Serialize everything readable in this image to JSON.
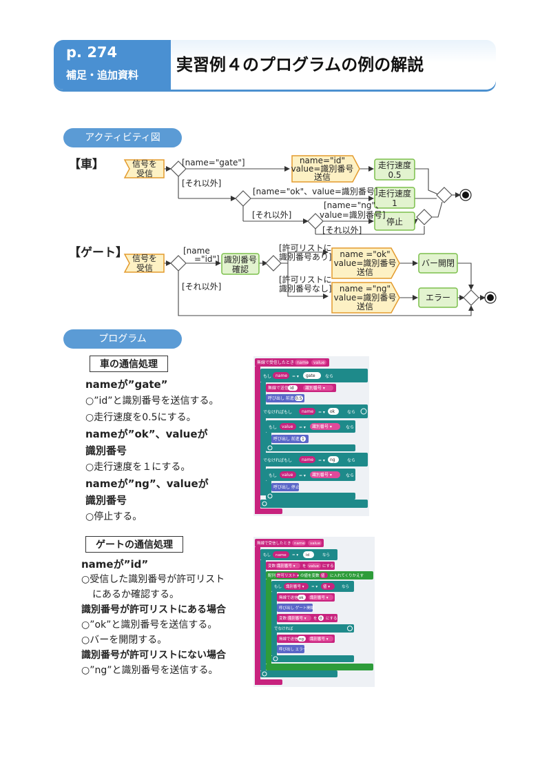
{
  "header": {
    "page": "p. 274",
    "subtitle": "補足・追加資料",
    "title": "実習例４のプログラムの例の解説"
  },
  "sections": {
    "activity": "アクティビティ図",
    "program": "プログラム"
  },
  "diagram": {
    "car_label": "【車】",
    "gate_label": "【ゲート】",
    "car": {
      "receive": [
        "信号を",
        "受信"
      ],
      "guard_gate": "[name=\"gate\"]",
      "guard_else1": "[それ以外]",
      "send_id": [
        "name=\"id\"",
        "value=識別番号",
        "送信"
      ],
      "speed05": [
        "走行速度",
        "0.5"
      ],
      "guard_ok": "[name=\"ok\"、value=識別番号]",
      "speed1": [
        "走行速度",
        "1"
      ],
      "guard_else2": "[それ以外]",
      "guard_ng": [
        "[name=\"ng\"、",
        "value=識別番号]"
      ],
      "stop": "停止",
      "guard_else3": "[それ以外]"
    },
    "gate": {
      "receive": [
        "信号を",
        "受信"
      ],
      "guard_id": [
        "[name",
        "=\"id\"]"
      ],
      "confirm": [
        "識別番号",
        "確認"
      ],
      "guard_in": [
        "[許可リストに",
        "識別番号あり]"
      ],
      "send_ok": [
        "name =\"ok\"",
        "value=識別番号",
        "送信"
      ],
      "open": "バー開閉",
      "guard_notin": [
        "[許可リストに",
        "識別番号なし]"
      ],
      "send_ng": [
        "name =\"ng\"",
        "value=識別番号",
        "送信"
      ],
      "error": "エラー",
      "guard_else": "[それ以外]"
    }
  },
  "car_text": {
    "heading": "車の通信処理",
    "lines": [
      "nameが”gate”",
      "○”id”と識別番号を送信する。",
      "○走行速度を0.5にする。",
      "nameが”ok”、valueが",
      "識別番号",
      "○走行速度を１にする。",
      "nameが”ng”、valueが",
      "識別番号",
      "○停止する。"
    ]
  },
  "gate_text": {
    "heading": "ゲートの通信処理",
    "lines": [
      "nameが”id”",
      "○受信した識別番号が許可リスト",
      "にあるか確認する。",
      "識別番号が許可リストにある場合",
      "○”ok”と識別番号を送信する。",
      "○バーを開閉する。",
      "識別番号が許可リストにない場合",
      "○”ng”と識別番号を送信する。"
    ]
  },
  "car_program": {
    "event": "無線で受信したとき",
    "p_name": "name",
    "p_value": "value",
    "if": "もし",
    "eq": "= ▾",
    "gate": "gate",
    "then": "なら",
    "send": "無線で送信",
    "id": "id",
    "idnum": "識別番号 ▾",
    "call05": "呼び出し 前進",
    "v05": "0.5",
    "elseif": "でなければもし",
    "ok": "ok",
    "call1": "呼び出し 前進",
    "v1": "1",
    "ng": "ng",
    "stop": "呼び出し 停止"
  },
  "gate_program": {
    "event": "無線で受信したとき",
    "p_name": "name",
    "p_value": "value",
    "if": "もし",
    "eq": "= ▾",
    "id": "id",
    "then": "なら",
    "set": "変数",
    "idnum": "識別番号 ▾",
    "to": "を",
    "value": "value",
    "set_end": "にする",
    "foreach": "配列",
    "list": "許可リスト ▾",
    "foreach_mid": "の値を変数",
    "item": "値",
    "foreach_end": "に入れてくりかえす",
    "idnum2": "識別番号 ▾",
    "item2": "値 ▾",
    "send": "無線で送信",
    "ok": "ok",
    "idnum3": "識別番号 ▾",
    "call_open": "呼び出し ゲート開閉",
    "set2": "変数",
    "idnum4": "識別番号 ▾",
    "to2": "を",
    "zero": "0",
    "set2_end": "にする",
    "else": "でなければ",
    "send2": "無線で送信",
    "ng": "ng",
    "idnum5": "識別番号 ▾",
    "call_err": "呼び出し エラー"
  },
  "colors": {
    "accent": "#4a90d2",
    "pill": "#5b9bd5",
    "activity_yellow": "#fdf1c4",
    "activity_green": "#e2f3cf",
    "block_magenta": "#c8237e",
    "block_teal": "#1e8a8a",
    "block_blue": "#5a66c8",
    "block_green": "#2e9c3a",
    "block_red": "#d63245"
  }
}
